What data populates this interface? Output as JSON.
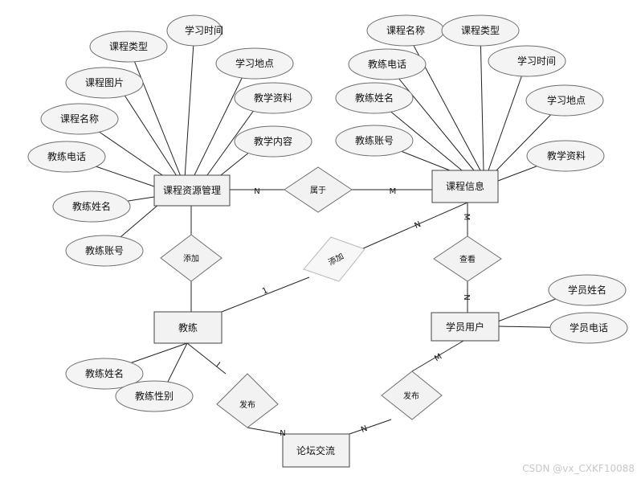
{
  "entities": {
    "course_resource_mgmt": "课程资源管理",
    "course_info": "课程信息",
    "coach": "教练",
    "student_user": "学员用户",
    "forum": "论坛交流"
  },
  "relationships": {
    "belongs_to": "属于",
    "add_left": "添加",
    "add_diag": "添加",
    "view": "查看",
    "post_left": "发布",
    "post_right": "发布"
  },
  "attributes": {
    "crm_course_type": "课程类型",
    "crm_study_time": "学习时间",
    "crm_study_place": "学习地点",
    "crm_course_image": "课程图片",
    "crm_teach_material": "教学资料",
    "crm_course_name": "课程名称",
    "crm_teach_content": "教学内容",
    "crm_coach_phone": "教练电话",
    "crm_coach_name": "教练姓名",
    "crm_coach_account": "教练账号",
    "ci_course_name": "课程名称",
    "ci_course_type": "课程类型",
    "ci_coach_phone": "教练电话",
    "ci_study_time": "学习时间",
    "ci_coach_name": "教练姓名",
    "ci_study_place": "学习地点",
    "ci_coach_account": "教练账号",
    "ci_teach_material": "教学资料",
    "su_name": "学员姓名",
    "su_phone": "学员电话",
    "coach_name": "教练姓名",
    "coach_gender": "教练性别"
  },
  "cardinalities": {
    "belongs_n": "N",
    "belongs_m": "M",
    "add_diag_n": "N",
    "add_diag_1": "1",
    "view_m": "M",
    "view_n": "N",
    "post_left_1": "I",
    "post_left_n": "N",
    "post_right_m": "M",
    "post_right_n": "N"
  },
  "watermark": "CSDN @vx_CXKF10088"
}
